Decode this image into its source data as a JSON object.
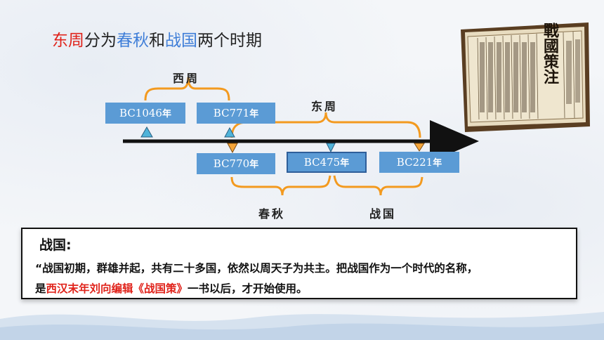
{
  "title": {
    "part1": "东周",
    "part2": "分为",
    "part3": "春秋",
    "part4": "和",
    "part5": "战国",
    "part6": "两个时期"
  },
  "timeline": {
    "bracket_labels": {
      "west_zhou": "西周",
      "east_zhou": "东周",
      "chunqiu": "春秋",
      "zhanguo": "战国"
    },
    "years": [
      {
        "text": "BC1046",
        "suffix": "年"
      },
      {
        "text": "BC771",
        "suffix": "年"
      },
      {
        "text": "BC770",
        "suffix": "年"
      },
      {
        "text": "BC475",
        "suffix": "年"
      },
      {
        "text": "BC221",
        "suffix": "年"
      }
    ]
  },
  "book": {
    "image_text": "戰國策注"
  },
  "info": {
    "heading": "战国:",
    "line1": "“战国初期，群雄并起，共有二十多国，依然以周天子为共主。把战国作为一个时代的名称，",
    "line2_prefix": "是",
    "line2_highlight": "西汉末年刘向编辑《战国策》",
    "line2_suffix": "一书以后，才开始使用。"
  },
  "colors": {
    "title_red": "#e0231b",
    "title_blue": "#3f7ed8",
    "year_box": "#5b9bd5",
    "bracket_orange": "#f39a1f",
    "marker_cyan": "#4fb3d9",
    "marker_orange": "#f4a53a",
    "highlight_red": "#e0231b"
  }
}
